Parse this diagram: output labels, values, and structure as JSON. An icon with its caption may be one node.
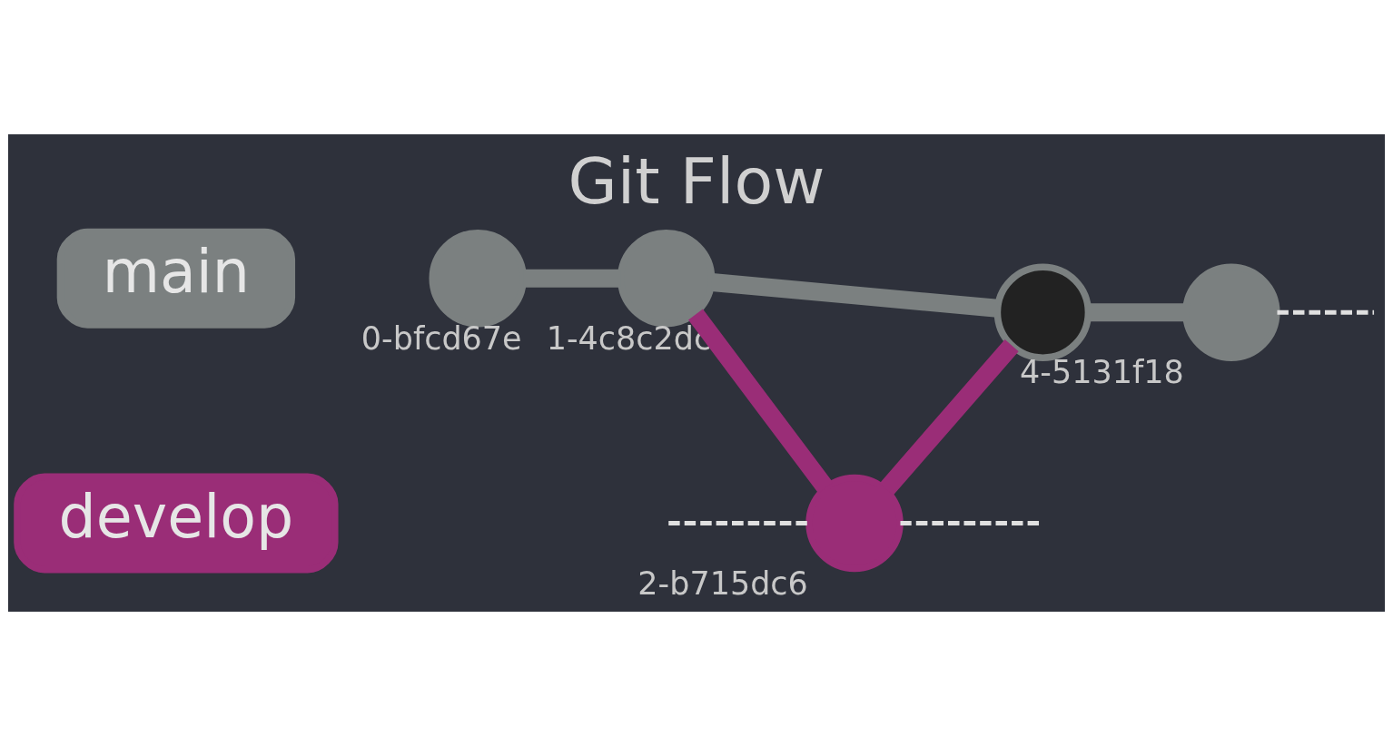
{
  "diagram": {
    "title": "Git Flow",
    "nodes": [
      {
        "text": [
          "main"
        ]
      },
      {
        "text": [
          "develop"
        ]
      },
      {
        "text": [],
        "shape": "circle",
        "beside": [
          "0-bfcd67e"
        ]
      },
      {
        "text": [],
        "shape": "circle",
        "beside": [
          "1-4c8c2dc"
        ]
      },
      {
        "text": [],
        "shape": "circle",
        "beside": [
          "2-b715dc6"
        ]
      },
      {
        "text": [],
        "shape": "circle"
      },
      {
        "text": [],
        "shape": "circle",
        "beside": [
          "4-5131f18"
        ]
      }
    ],
    "edges": [
      {
        "from": 2,
        "to": 3,
        "arrow": "none"
      },
      {
        "from": 3,
        "to": 5,
        "arrow": "none"
      },
      {
        "from": 5,
        "to": 6,
        "arrow": "none"
      },
      {
        "from": 3,
        "to": 4,
        "arrow": "none",
        "color": "#9a2d77"
      },
      {
        "from": 4,
        "to": 5,
        "arrow": "none",
        "color": "#9a2d77"
      },
      {
        "from": 6,
        "to": null,
        "arrow": "none",
        "style": "dashed",
        "color": "#e0e0e0"
      },
      {
        "from": null,
        "to": 4,
        "arrow": "none",
        "style": "dashed",
        "color": "#e0e0e0"
      },
      {
        "from": 4,
        "to": null,
        "arrow": "none",
        "style": "dashed",
        "color": "#e0e0e0"
      }
    ]
  }
}
